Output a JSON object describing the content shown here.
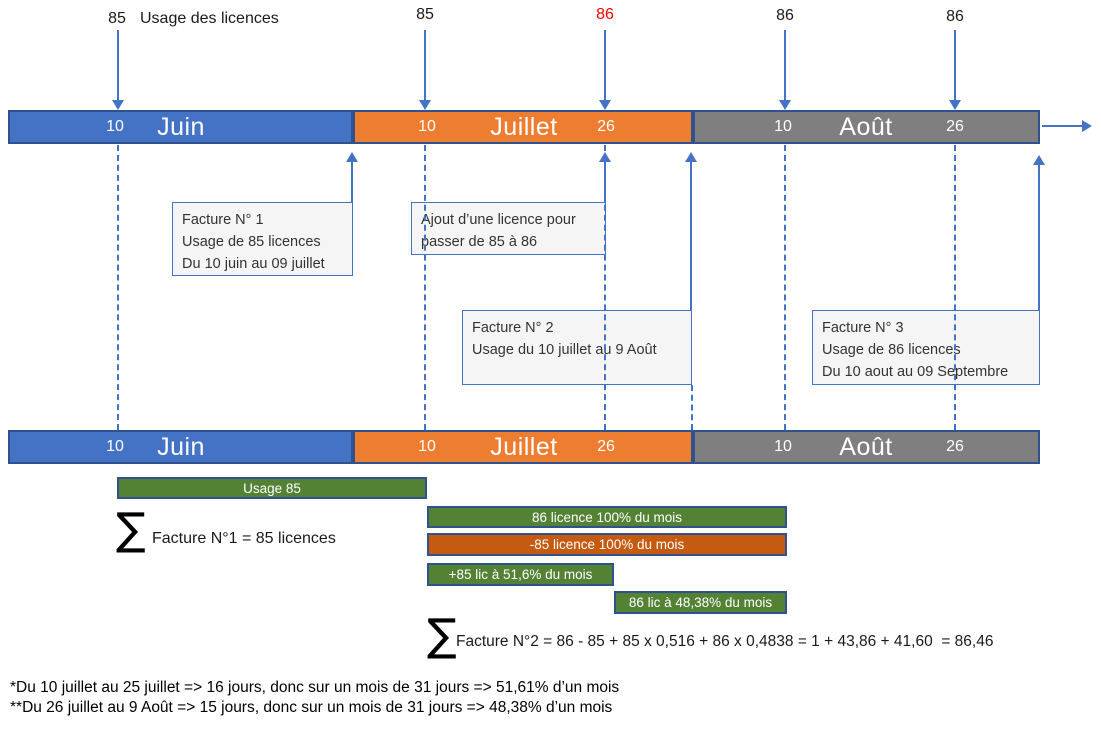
{
  "colors": {
    "month_blue": "#4472C4",
    "month_orange": "#ED7D31",
    "month_gray": "#7F7F7F",
    "bar_green": "#548235",
    "bar_dark_orange": "#C55A11",
    "annotation_blue": "#4472C4",
    "shape_border": "#2F528F",
    "callout_bg": "#F5F5F6",
    "highlight_red": "#FF0000"
  },
  "header": {
    "usage_label": "Usage des licences",
    "markers": [
      {
        "value": "85"
      },
      {
        "value": "85"
      },
      {
        "value": "86"
      },
      {
        "value": "86"
      },
      {
        "value": "86"
      }
    ]
  },
  "timeline": {
    "months": [
      {
        "name": "Juin",
        "day_start": "10"
      },
      {
        "name": "Juillet",
        "day_start": "10",
        "day_mid": "26"
      },
      {
        "name": "Août",
        "day_start": "10",
        "day_mid": "26"
      }
    ]
  },
  "callouts": {
    "facture1": {
      "lines": [
        "Facture N° 1",
        "Usage de 85 licences",
        "Du 10 juin au 09 juillet"
      ]
    },
    "ajout": {
      "lines": [
        "Ajout d’une licence pour",
        "passer de 85 à 86"
      ]
    },
    "facture2": {
      "lines": [
        "Facture N° 2",
        "Usage du 10 juillet au 9 Août"
      ]
    },
    "facture3": {
      "lines": [
        "Facture N° 3",
        "Usage de 86 licences",
        "Du 10 aout au 09 Septembre"
      ]
    }
  },
  "usage_bars": [
    {
      "label": "Usage 85"
    },
    {
      "label": "86 licence 100% du mois"
    },
    {
      "label": "-85 licence 100% du mois"
    },
    {
      "label": "+85 lic à 51,6% du mois"
    },
    {
      "label": "86 lic à 48,38% du mois"
    }
  ],
  "formulas": {
    "sigma": "∑",
    "facture1": "Facture N°1 = 85 licences",
    "facture2": "Facture N°2 = 86 - 85 + 85 x 0,516 + 86 x 0,4838 = 1 + 43,86 + 41,60  = 86,46"
  },
  "footnotes": [
    "*Du 10 juillet au 25 juillet => 16 jours, donc sur un mois de 31 jours => 51,61% d’un mois",
    "**Du 26 juillet au 9 Août => 15 jours, donc sur un mois de 31 jours => 48,38% d’un mois"
  ]
}
